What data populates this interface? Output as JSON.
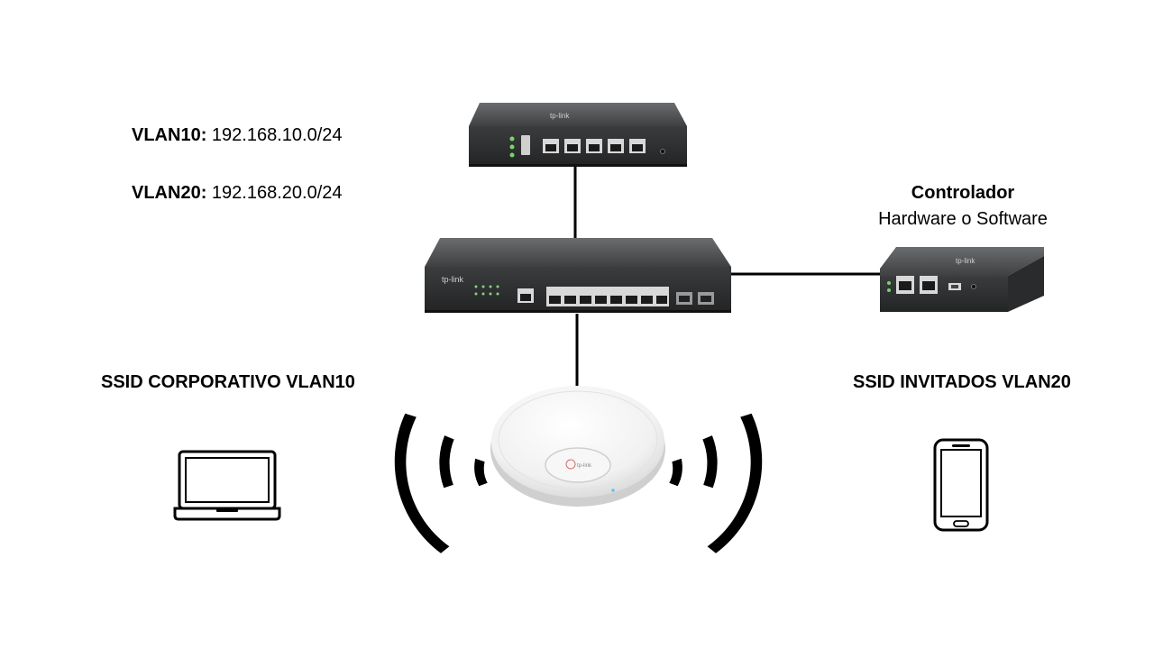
{
  "labels": {
    "vlan10_name": "VLAN10:",
    "vlan10_net": " 192.168.10.0/24",
    "vlan20_name": "VLAN20:",
    "vlan20_net": " 192.168.20.0/24",
    "controller_title": "Controlador",
    "controller_subtitle": "Hardware o Software",
    "ssid_left": "SSID CORPORATIVO VLAN10",
    "ssid_right": "SSID INVITADOS VLAN20"
  },
  "devices": {
    "router_brand": "tp-link",
    "switch_brand": "tp-link",
    "controller_brand": "tp-link",
    "ap_brand": "tp-link"
  },
  "icons": [
    "router-icon",
    "switch-icon",
    "controller-icon",
    "access-point-icon",
    "wifi-waves-icon",
    "laptop-icon",
    "smartphone-icon"
  ],
  "colors": {
    "device_dark": "#3a3c3e",
    "device_front": "#2b2d2f",
    "line": "#000000",
    "ap_white": "#f4f4f4"
  }
}
